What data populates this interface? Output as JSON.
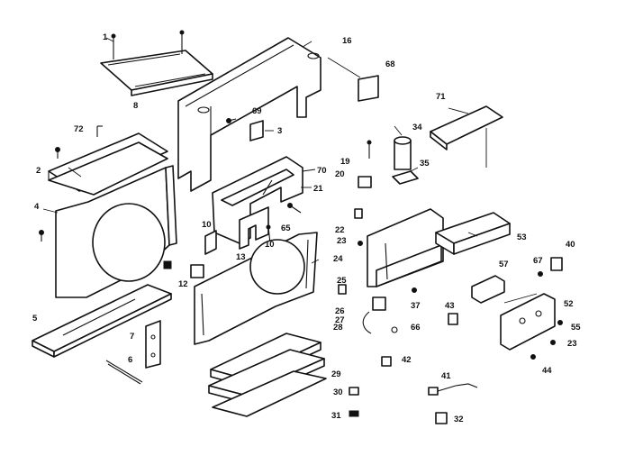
{
  "callouts": {
    "c1": "1",
    "c2": "2",
    "c3": "3",
    "c4": "4",
    "c5": "5",
    "c6": "6",
    "c7": "7",
    "c8": "8",
    "c10": "10",
    "c12": "12",
    "c13": "13",
    "c16": "16",
    "c19": "19",
    "c20": "20",
    "c21": "21",
    "c22": "22",
    "c23a": "23",
    "c23b": "23",
    "c24": "24",
    "c25": "25",
    "c26": "26",
    "c27": "27",
    "c28": "28",
    "c29": "29",
    "c30": "30",
    "c31": "31",
    "c32": "32",
    "c34": "34",
    "c35": "35",
    "c37": "37",
    "c40": "40",
    "c41": "41",
    "c42": "42",
    "c43": "43",
    "c44": "44",
    "c52": "52",
    "c53": "53",
    "c55": "55",
    "c57": "57",
    "c65": "65",
    "c66": "66",
    "c67": "67",
    "c68": "68",
    "c69": "69",
    "c70": "70",
    "c71": "71",
    "c72": "72"
  }
}
